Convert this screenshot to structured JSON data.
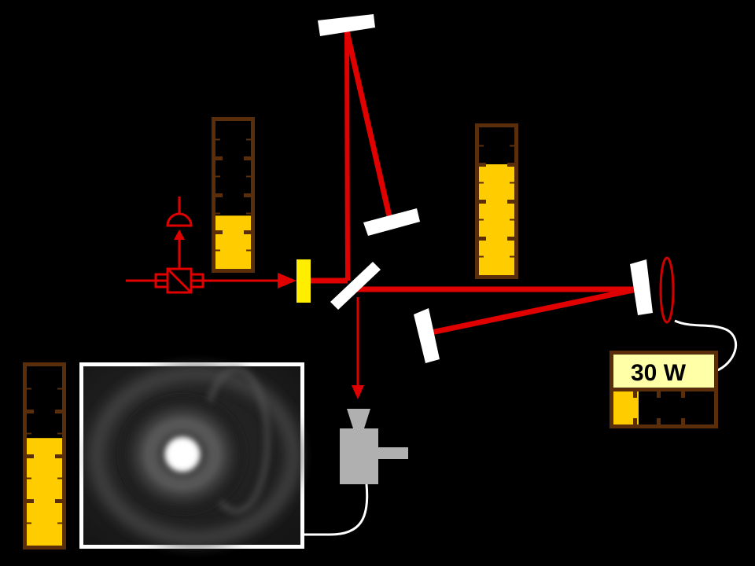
{
  "colors": {
    "background": "#000000",
    "beam": "#e00000",
    "mirror": "#ffffff",
    "meter_frame": "#5a2e0a",
    "meter_fill": "#ffcc00",
    "crystal": "#ffee00",
    "readout_bg": "#ffffa8",
    "camera": "#b0b0b0"
  },
  "power_meter": {
    "readout": "30 W",
    "fill_level": 0.25
  },
  "level_meters": {
    "isolator": {
      "level": 0.36
    },
    "cavity": {
      "level": 0.75
    },
    "image": {
      "level": 0.6
    }
  },
  "icons": [
    "photodiode-icon",
    "beam-splitter-icon",
    "camera-icon"
  ]
}
